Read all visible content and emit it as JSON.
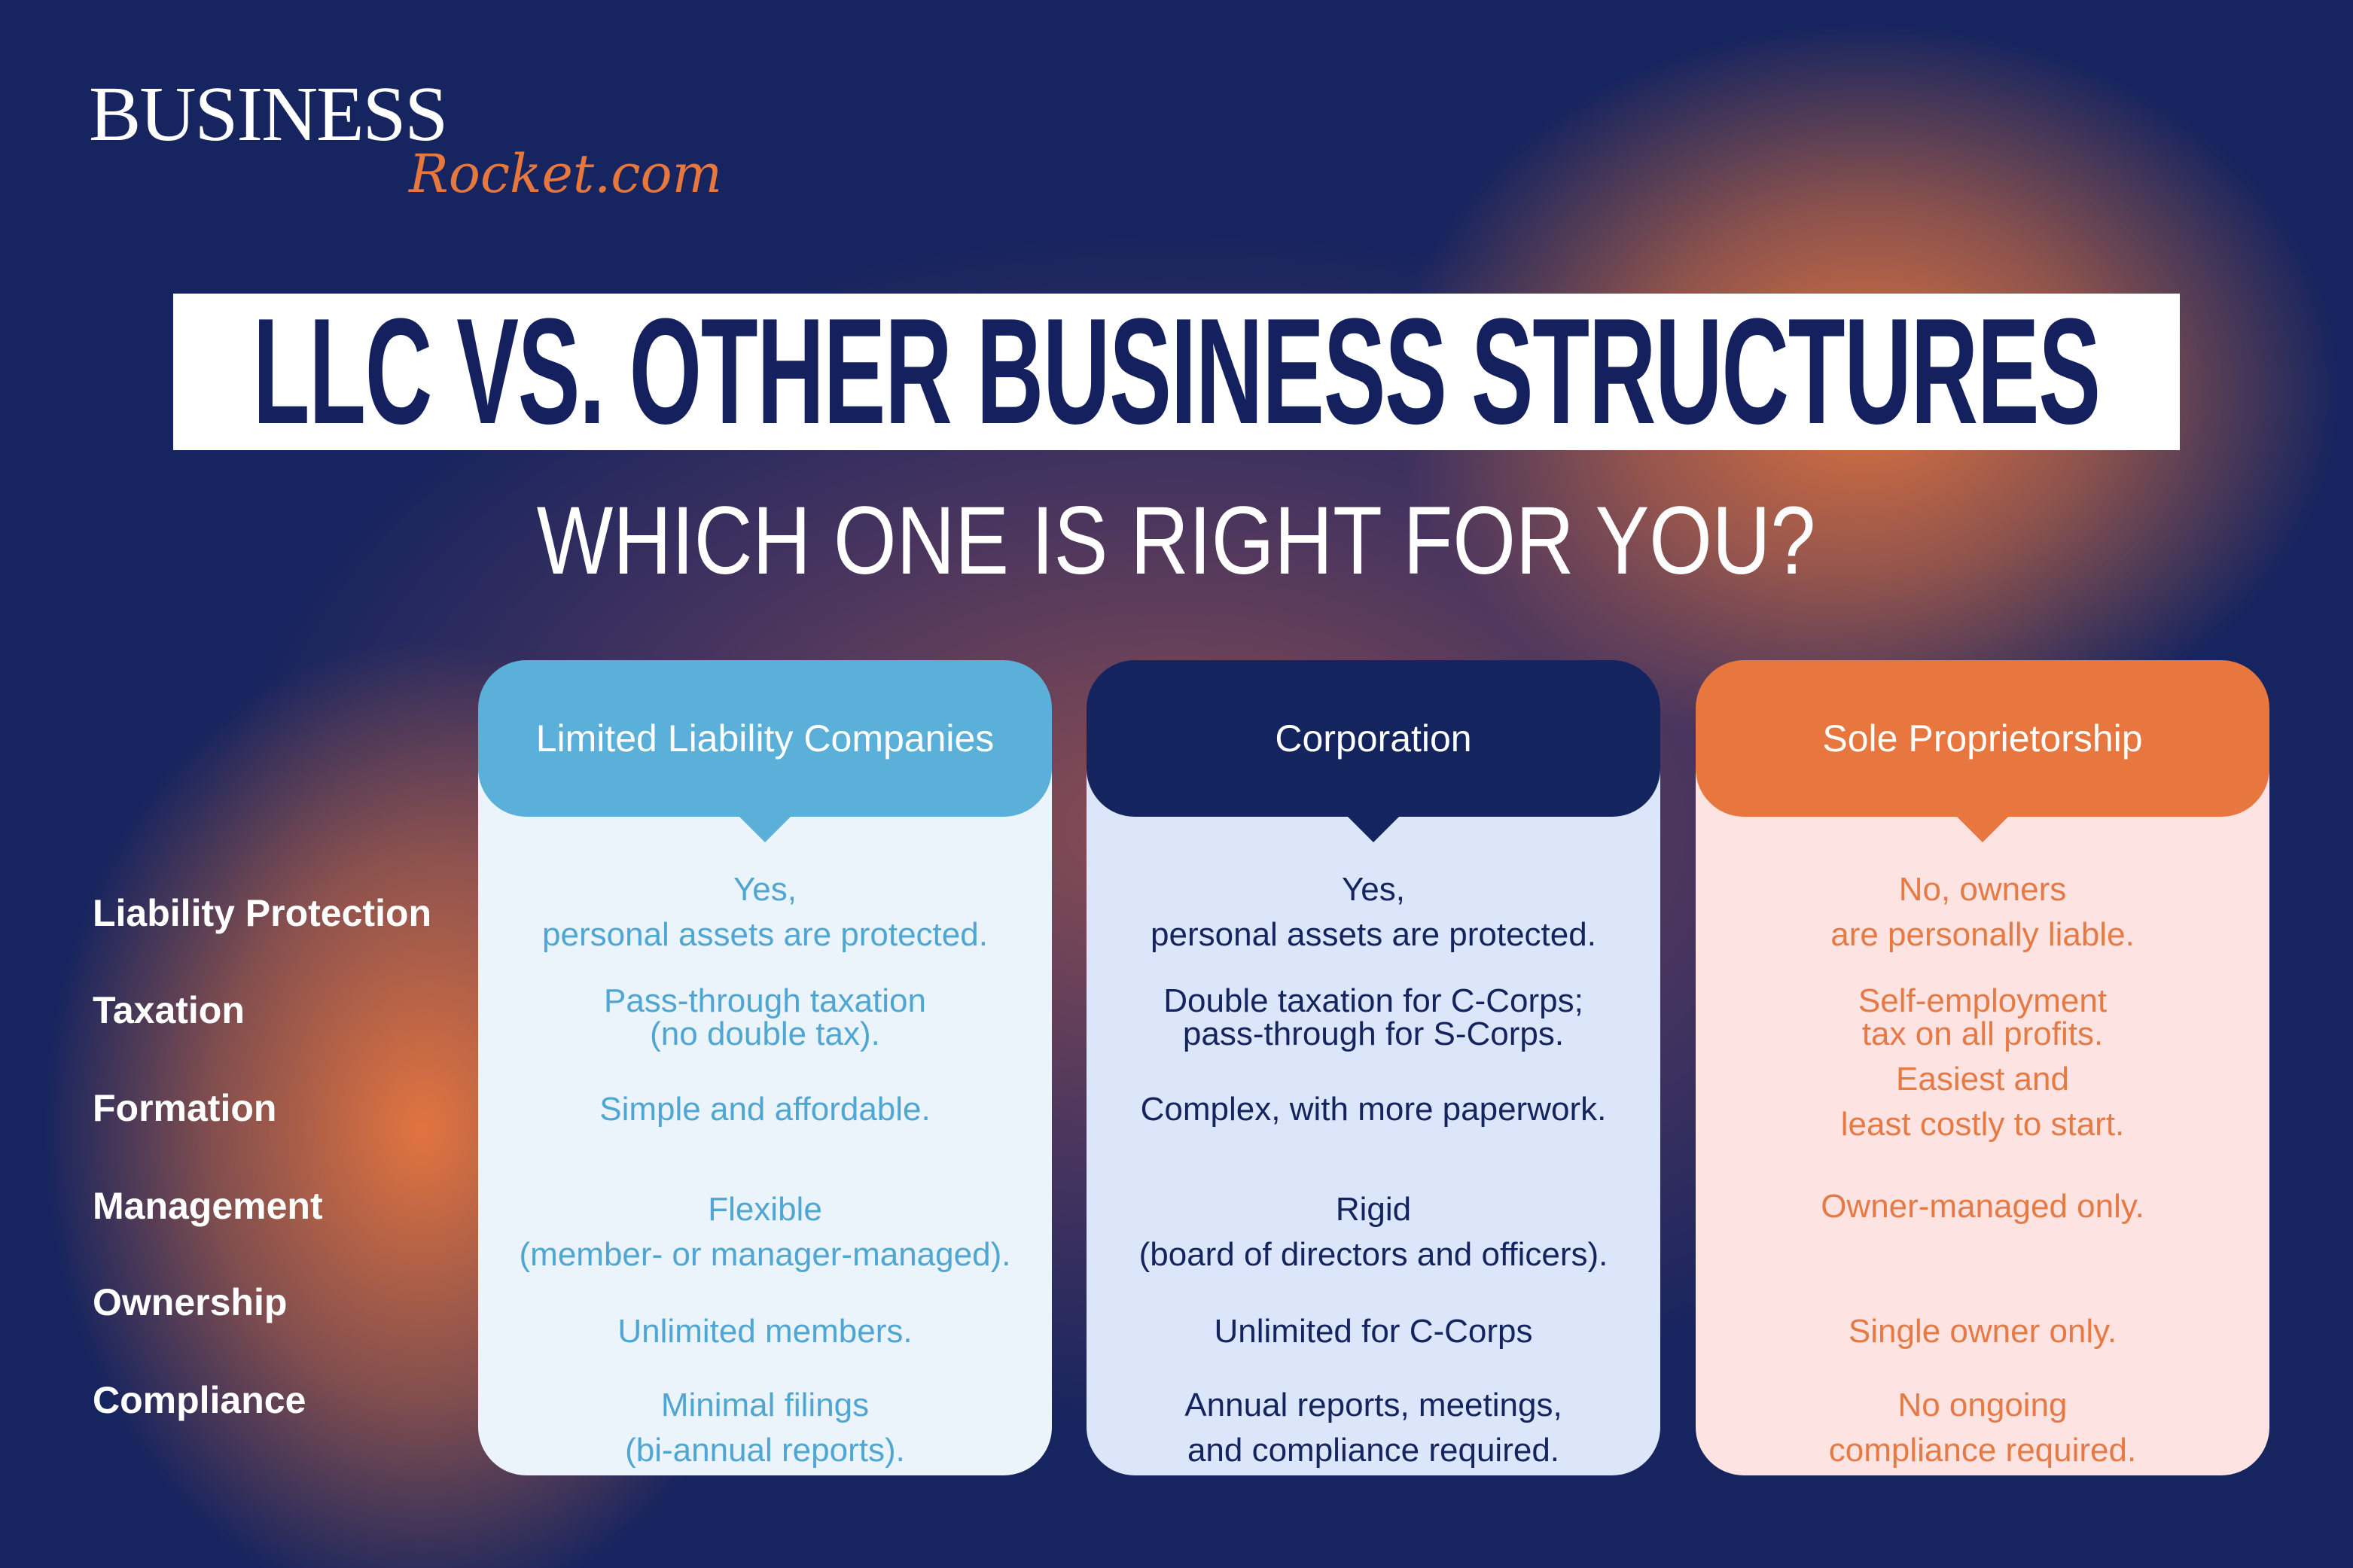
{
  "logo": {
    "top": "BUSINESS",
    "bottom": "Rocket.com"
  },
  "title": "LLC VS. OTHER BUSINESS STRUCTURES",
  "subtitle": "WHICH ONE IS RIGHT FOR YOU?",
  "row_labels": [
    "Liability Protection",
    "Taxation",
    "Formation",
    "Management",
    "Ownership",
    "Compliance"
  ],
  "colors": {
    "navy": "#14245e",
    "light_blue": "#5bb0d9",
    "orange": "#e8773f",
    "llc_body": "#ebf3fb",
    "corp_body": "#dbe6fb",
    "sole_body": "#fde3e1"
  },
  "columns": [
    {
      "header": "Limited Liability Companies",
      "cells": [
        [
          "Yes,",
          "personal assets are protected."
        ],
        [
          "Pass-through taxation",
          "(no double tax)."
        ],
        [
          "Simple and affordable."
        ],
        [
          "Flexible",
          "(member- or manager-managed)."
        ],
        [
          "Unlimited members."
        ],
        [
          "Minimal filings",
          "(bi-annual reports)."
        ]
      ]
    },
    {
      "header": "Corporation",
      "cells": [
        [
          "Yes,",
          "personal assets are protected."
        ],
        [
          "Double taxation for C-Corps;",
          "pass-through for S-Corps."
        ],
        [
          "Complex, with more paperwork."
        ],
        [
          "Rigid",
          "(board of directors and officers)."
        ],
        [
          "Unlimited for C-Corps"
        ],
        [
          "Annual reports, meetings,",
          "and compliance required."
        ]
      ]
    },
    {
      "header": "Sole Proprietorship",
      "cells": [
        [
          "No, owners",
          "are personally liable."
        ],
        [
          "Self-employment",
          "tax on all profits."
        ],
        [
          "Easiest and",
          "least costly to start."
        ],
        [
          "Owner-managed only."
        ],
        [
          "Single owner only."
        ],
        [
          "No ongoing",
          "compliance required."
        ]
      ]
    }
  ]
}
